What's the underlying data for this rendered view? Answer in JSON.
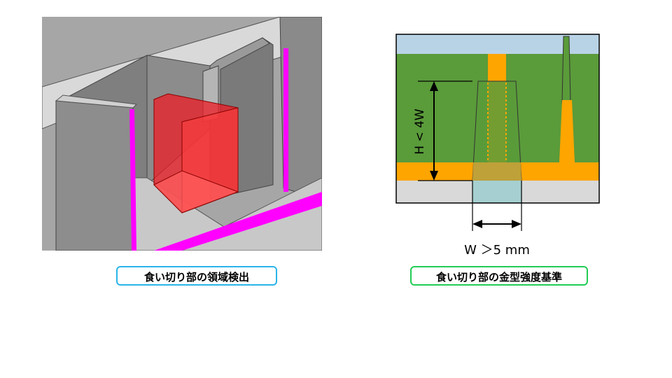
{
  "captions": {
    "left": "食い切り部の領域検出",
    "right": "食い切り部の金型強度基準"
  },
  "criteria": {
    "height_label": "H < 4W",
    "width_label": "W ＞5 mm"
  },
  "colors": {
    "highlight_red": "#ee1c24",
    "edge_magenta": "#ff00ff",
    "mold_green": "#5a9b3a",
    "rib_orange": "#ffa500",
    "sky_blue": "#b9d3e6",
    "base_gray": "#d9d9d9",
    "caption_left_border": "#2ab4e8",
    "caption_right_border": "#22cc55"
  }
}
